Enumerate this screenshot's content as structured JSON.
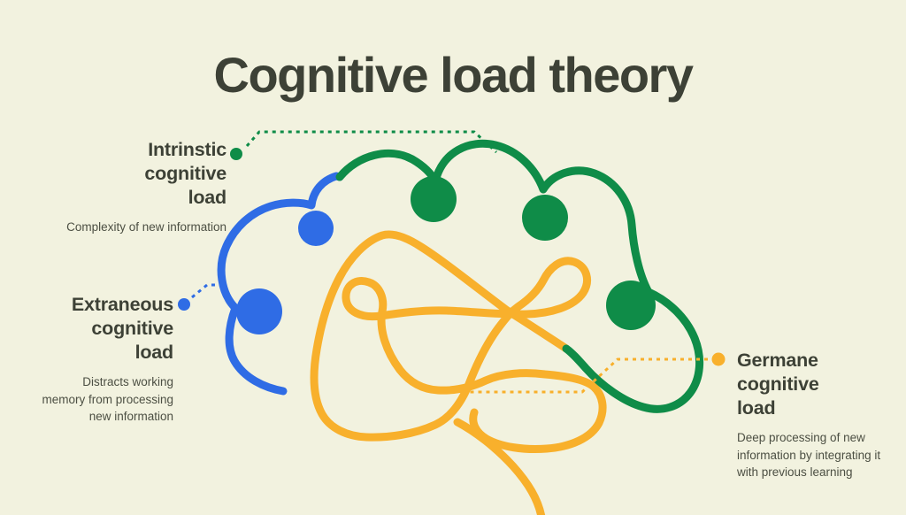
{
  "title": "Cognitive load theory",
  "colors": {
    "background": "#F2F2DF",
    "heading_text": "#3D4136",
    "body_text": "#4C4F43",
    "green": "#0F8C48",
    "blue": "#2F6CE5",
    "yellow": "#F8B02C"
  },
  "labels": {
    "intrinsic": {
      "heading": "Intrinstic\ncognitive\nload",
      "description": "Complexity of new information"
    },
    "extraneous": {
      "heading": "Extraneous\ncognitive\nload",
      "description": "Distracts working\nmemory from processing\nnew information"
    },
    "germane": {
      "heading": "Germane\ncognitive\nload",
      "description": "Deep processing of new\ninformation by integrating it\nwith previous learning"
    }
  }
}
